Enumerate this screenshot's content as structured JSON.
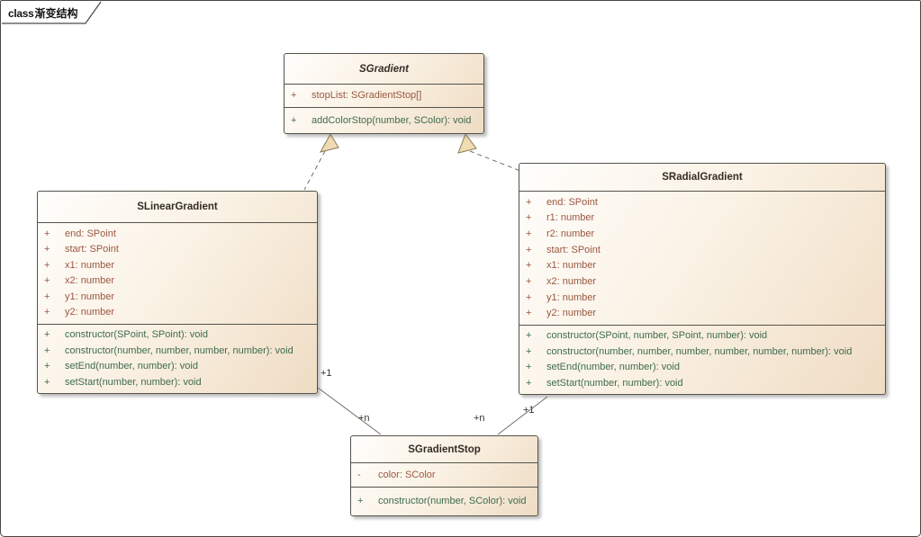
{
  "frame": {
    "keyword": "class",
    "title": "渐变结构"
  },
  "colors": {
    "box_fill_start": "#FFFEFC",
    "box_fill_end": "#EFDCC4",
    "box_border": "#54534B",
    "attribute_text": "#9A5740",
    "method_text": "#3E6B4F",
    "title_text": "#332E26",
    "connector": "#6F6E64",
    "triangle_fill": "#F0DBB2"
  },
  "classes": [
    {
      "name": "SGradient",
      "abstract": true,
      "attributes": [
        {
          "vis": "+",
          "text": "stopList: SGradientStop[]"
        }
      ],
      "methods": [
        {
          "vis": "+",
          "text": "addColorStop(number, SColor): void"
        }
      ]
    },
    {
      "name": "SLinearGradient",
      "abstract": false,
      "attributes": [
        {
          "vis": "+",
          "text": "end: SPoint"
        },
        {
          "vis": "+",
          "text": "start: SPoint"
        },
        {
          "vis": "+",
          "text": "x1: number"
        },
        {
          "vis": "+",
          "text": "x2: number"
        },
        {
          "vis": "+",
          "text": "y1: number"
        },
        {
          "vis": "+",
          "text": "y2: number"
        }
      ],
      "methods": [
        {
          "vis": "+",
          "text": "constructor(SPoint, SPoint): void"
        },
        {
          "vis": "+",
          "text": "constructor(number, number, number, number): void"
        },
        {
          "vis": "+",
          "text": "setEnd(number, number): void"
        },
        {
          "vis": "+",
          "text": "setStart(number, number): void"
        }
      ]
    },
    {
      "name": "SRadialGradient",
      "abstract": false,
      "attributes": [
        {
          "vis": "+",
          "text": "end: SPoint"
        },
        {
          "vis": "+",
          "text": "r1: number"
        },
        {
          "vis": "+",
          "text": "r2: number"
        },
        {
          "vis": "+",
          "text": "start: SPoint"
        },
        {
          "vis": "+",
          "text": "x1: number"
        },
        {
          "vis": "+",
          "text": "x2: number"
        },
        {
          "vis": "+",
          "text": "y1: number"
        },
        {
          "vis": "+",
          "text": "y2: number"
        }
      ],
      "methods": [
        {
          "vis": "+",
          "text": "constructor(SPoint, number, SPoint, number): void"
        },
        {
          "vis": "+",
          "text": "constructor(number, number, number, number, number, number): void"
        },
        {
          "vis": "+",
          "text": "setEnd(number, number): void"
        },
        {
          "vis": "+",
          "text": "setStart(number, number): void"
        }
      ]
    },
    {
      "name": "SGradientStop",
      "abstract": false,
      "attributes": [
        {
          "vis": "-",
          "text": "color: SColor"
        }
      ],
      "methods": [
        {
          "vis": "+",
          "text": "constructor(number, SColor): void"
        }
      ]
    }
  ],
  "relations": [
    {
      "type": "realization",
      "from": "SLinearGradient",
      "to": "SGradient"
    },
    {
      "type": "realization",
      "from": "SRadialGradient",
      "to": "SGradient"
    },
    {
      "type": "association",
      "from": "SLinearGradient",
      "to": "SGradientStop",
      "source_label": "+1",
      "target_label": "+n"
    },
    {
      "type": "association",
      "from": "SRadialGradient",
      "to": "SGradientStop",
      "source_label": "+1",
      "target_label": "+n"
    }
  ]
}
